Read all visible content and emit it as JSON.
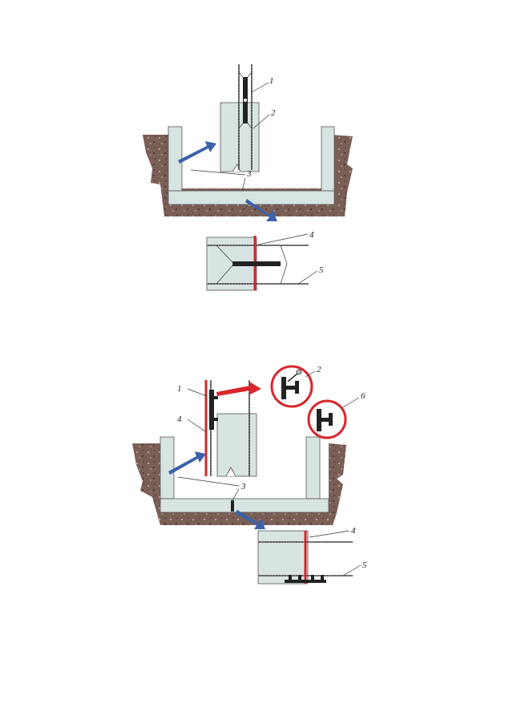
{
  "colors": {
    "concrete": "#d8e4e2",
    "soil": "#7a5f56",
    "waterproof_red": "#d8262c",
    "arrow_blue": "#3b62a8",
    "rebar": "#333333"
  },
  "figure_top": {
    "labels": {
      "l1": "1",
      "l2": "2",
      "l3": "3",
      "l4": "4",
      "l5": "5"
    }
  },
  "figure_bottom": {
    "labels": {
      "l1": "1",
      "l2": "2",
      "l3": "3",
      "l4": "4",
      "l5": "5",
      "l6": "6"
    }
  }
}
